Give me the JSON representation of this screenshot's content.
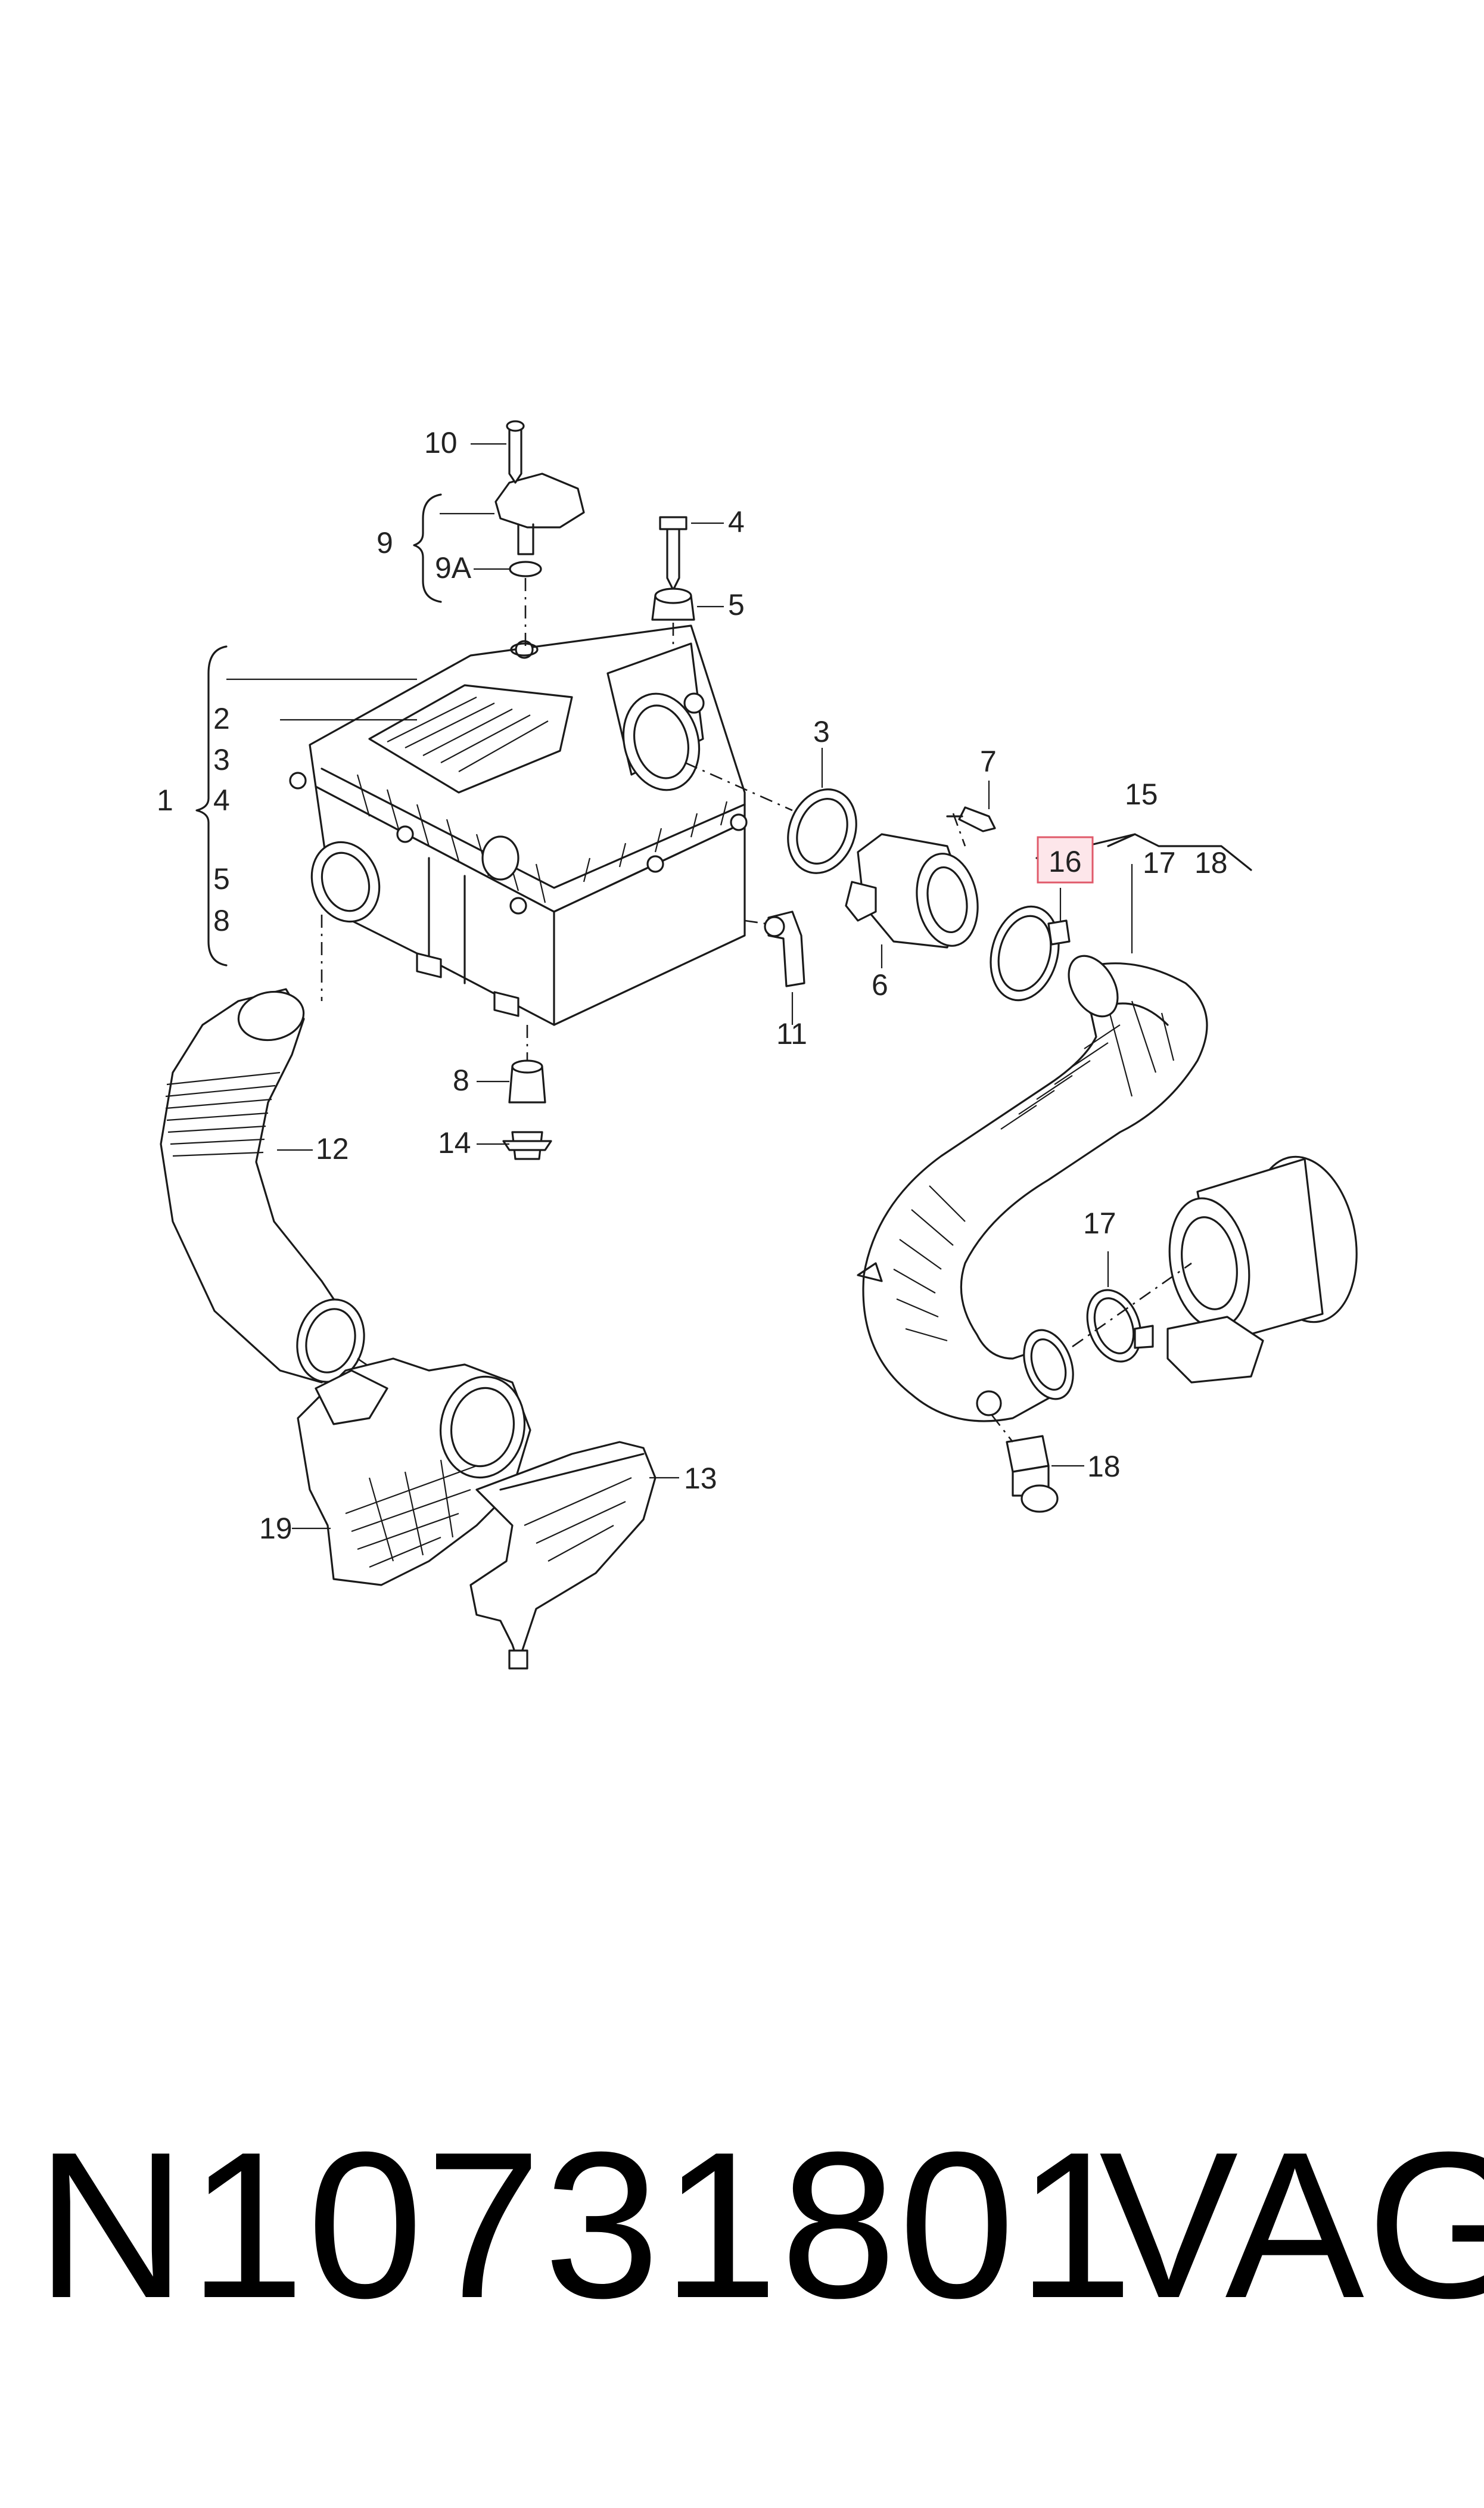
{
  "diagram": {
    "labels": {
      "c1": "1",
      "c2": "2",
      "c3": "3",
      "c4": "4",
      "c5": "5",
      "c8": "8",
      "p3": "3",
      "p4": "4",
      "p5": "5",
      "p6": "6",
      "p7": "7",
      "p8": "8",
      "p9": "9",
      "p9a": "9A",
      "p10": "10",
      "p11": "11",
      "p12": "12",
      "p13": "13",
      "p14": "14",
      "p15": "15",
      "p16": "16",
      "p17a": "17",
      "p17b": "17",
      "p18a": "18",
      "p18b": "18",
      "p19": "19"
    },
    "highlighted_label": "16",
    "highlight_color": "#e05a6a",
    "line_color": "#1a1a1a"
  },
  "footer": {
    "part_number": "N10731801",
    "brand": "VAG"
  }
}
